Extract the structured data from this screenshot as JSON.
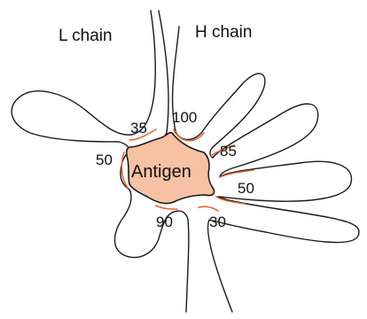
{
  "chain_labels": {
    "light": "L chain",
    "heavy": "H chain"
  },
  "antigen_label": "Antigen",
  "loop_labels": {
    "l_top": "35",
    "l_left": "50",
    "l_bottom": "90",
    "h_top": "100",
    "h_upper_right": "85",
    "h_right": "50",
    "h_bottom": "30"
  },
  "colors": {
    "antigen_fill": "#f7c1a3",
    "contact": "#e8622c",
    "outline": "#1a1a1a"
  }
}
